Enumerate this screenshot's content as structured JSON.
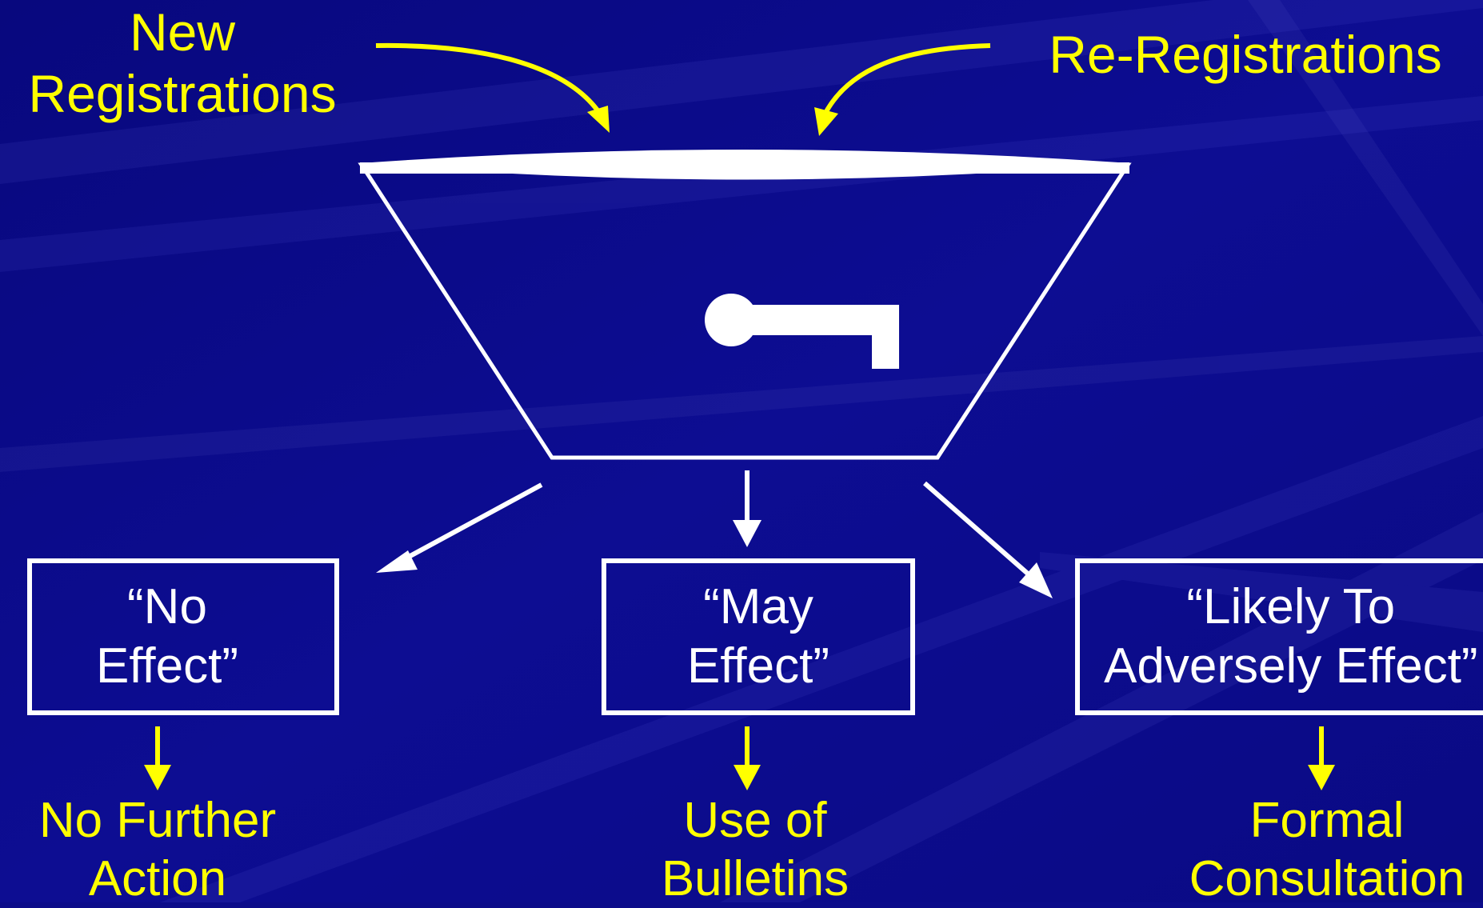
{
  "colors": {
    "background": "#0c0c8a",
    "label_inputs": "#ffff00",
    "outcome_text": "#ffff00",
    "box_border": "#ffffff",
    "funnel": "#ffffff"
  },
  "inputs": {
    "new_registrations": [
      "New",
      "Registrations"
    ],
    "re_registrations": "Re-Registrations"
  },
  "determinations": [
    {
      "line1": "“No",
      "line2": "Effect”"
    },
    {
      "line1": "“May",
      "line2": "Effect”"
    },
    {
      "line1": "“Likely To",
      "line2": "Adversely Effect”"
    }
  ],
  "outcomes": [
    {
      "line1": "No Further",
      "line2": "Action"
    },
    {
      "line1": "Use of",
      "line2": "Bulletins"
    },
    {
      "line1": "Formal",
      "line2": "Consultation"
    }
  ],
  "icons": {
    "funnel": "funnel-icon",
    "key": "key-icon"
  }
}
